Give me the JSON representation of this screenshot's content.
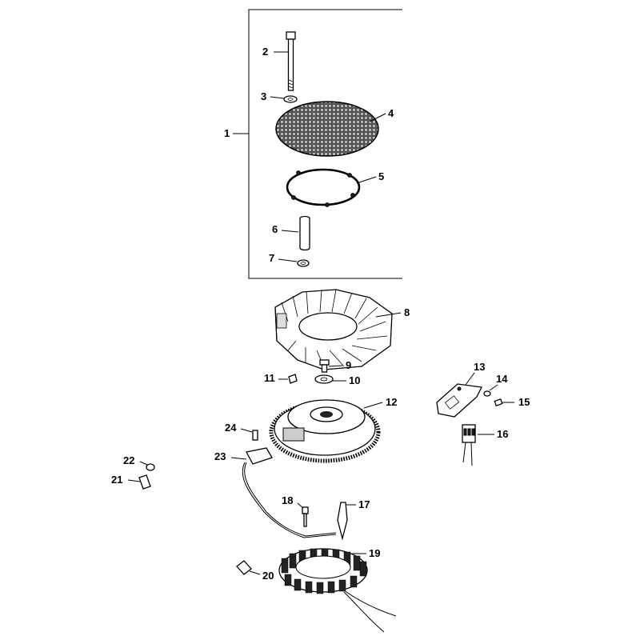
{
  "diagram": {
    "callouts": {
      "c1": "1",
      "c2": "2",
      "c3": "3",
      "c4": "4",
      "c5": "5",
      "c6": "6",
      "c7": "7",
      "c8": "8",
      "c9": "9",
      "c10": "10",
      "c11": "11",
      "c12": "12",
      "c13": "13",
      "c14": "14",
      "c15": "15",
      "c16": "16",
      "c17": "17",
      "c18": "18",
      "c19": "19",
      "c20": "20",
      "c21": "21",
      "c22": "22",
      "c23": "23",
      "c24": "24"
    },
    "parts": [
      {
        "id": "bolt",
        "icon": "bolt-icon"
      },
      {
        "id": "washer",
        "icon": "washer-icon"
      },
      {
        "id": "screen",
        "icon": "mesh-screen-icon"
      },
      {
        "id": "retainer-ring",
        "icon": "ring-icon"
      },
      {
        "id": "spacer",
        "icon": "spacer-tube-icon"
      },
      {
        "id": "fan",
        "icon": "fan-icon"
      },
      {
        "id": "flywheel",
        "icon": "flywheel-icon"
      },
      {
        "id": "rectifier-regulator",
        "icon": "regulator-icon"
      },
      {
        "id": "stator",
        "icon": "stator-icon"
      }
    ]
  }
}
